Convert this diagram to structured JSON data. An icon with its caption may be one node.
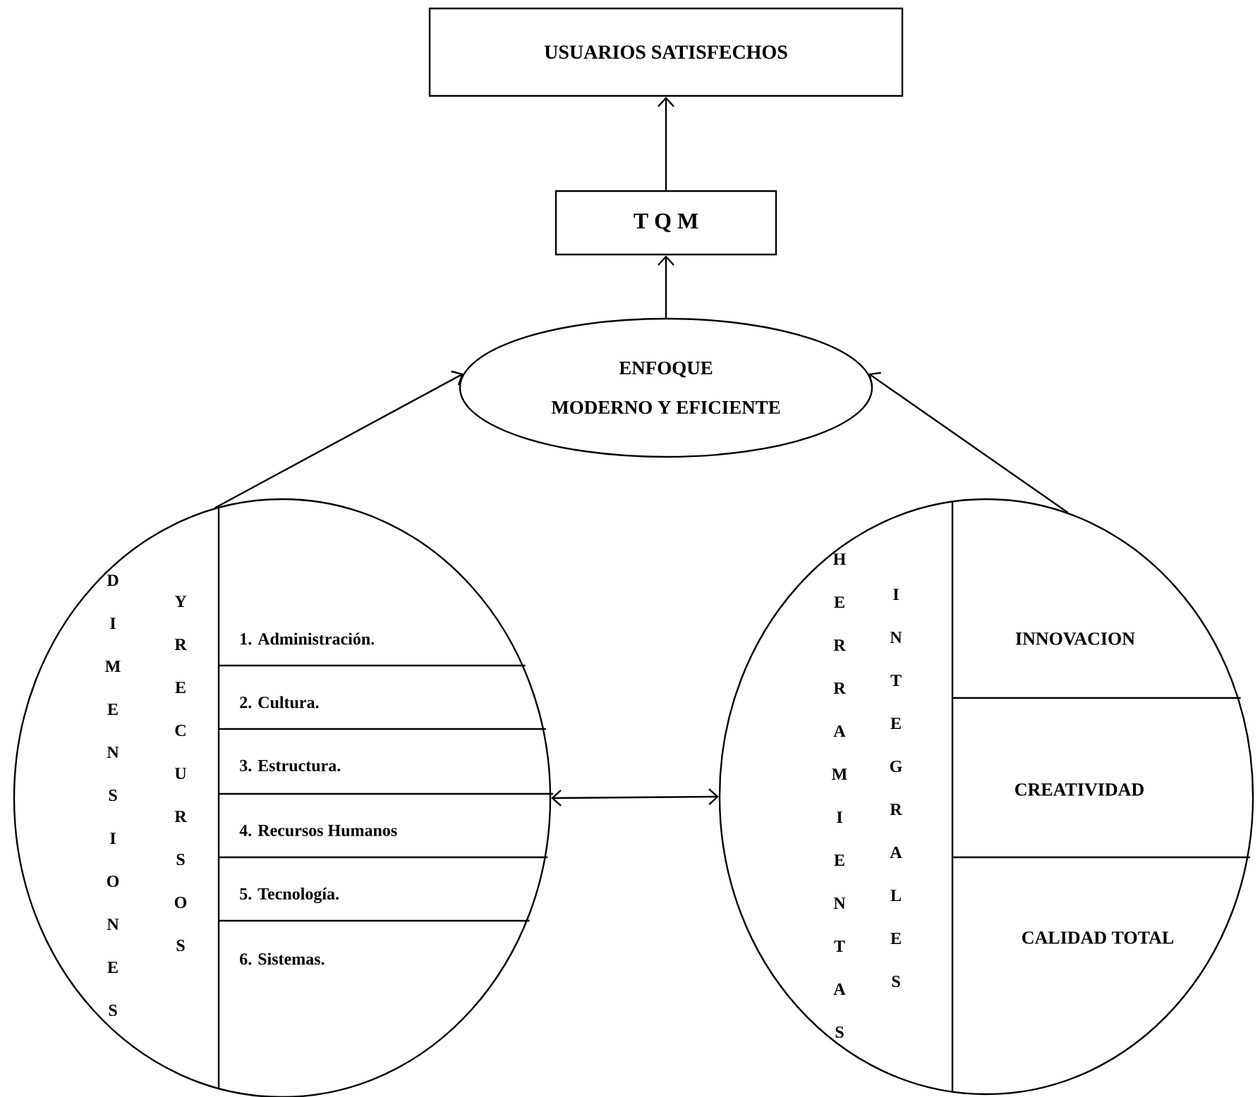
{
  "diagram": {
    "nodes": [
      {
        "text": [
          "USUARIOS SATISFECHOS"
        ]
      },
      {
        "text": [
          "T Q M"
        ]
      },
      {
        "text": [
          "ENFOQUE",
          "MODERNO Y EFICIENTE"
        ]
      },
      {
        "text": [
          "DIMENSIONES",
          "Y RECURSOS"
        ]
      },
      {
        "text": [
          "1. Administración."
        ],
        "in": 3
      },
      {
        "text": [
          "2. Cultura."
        ],
        "in": 3
      },
      {
        "text": [
          "3. Estructura."
        ],
        "in": 3
      },
      {
        "text": [
          "4. Recursos Humanos"
        ],
        "in": 3
      },
      {
        "text": [
          "5. Tecnología."
        ],
        "in": 3
      },
      {
        "text": [
          "6. Sistemas."
        ],
        "in": 3
      },
      {
        "text": [
          "HERRAMIENTAS",
          "INTEGRALES"
        ]
      },
      {
        "text": [
          "INNOVACION"
        ],
        "in": 10
      },
      {
        "text": [
          "CREATIVIDAD"
        ],
        "in": 10
      },
      {
        "text": [
          "CALIDAD TOTAL"
        ],
        "in": 10
      }
    ],
    "edges": [
      {
        "from": 1,
        "to": 0,
        "arrow": "to"
      },
      {
        "from": 2,
        "to": 1,
        "arrow": "to"
      },
      {
        "from": 3,
        "to": 2,
        "arrow": "to"
      },
      {
        "from": 10,
        "to": 2,
        "arrow": "to"
      },
      {
        "from": 3,
        "to": 10,
        "arrow": "both"
      }
    ]
  }
}
